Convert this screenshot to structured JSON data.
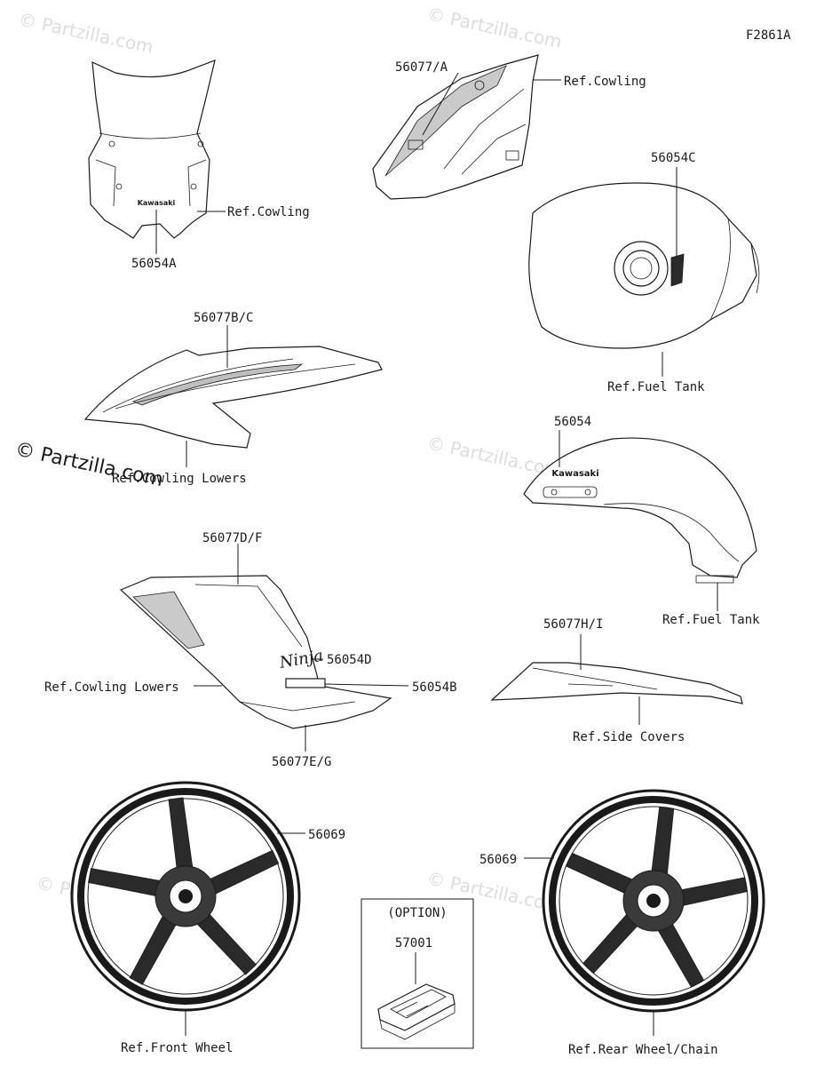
{
  "figure_id": "F2861A",
  "watermark": "© Partzilla.com",
  "labels": {
    "windshield_part": "56054A",
    "windshield_ref": "Ref.Cowling",
    "upper_cowl_part": "56077/A",
    "upper_cowl_ref": "Ref.Cowling",
    "tank_top_part": "56054C",
    "tank_top_ref": "Ref.Fuel Tank",
    "lower_side_part": "56077B/C",
    "lower_side_ref": "Ref.Cowling Lowers",
    "tank_side_part": "56054",
    "tank_side_ref": "Ref.Fuel Tank",
    "middle_cowl_part": "56077D/F",
    "ninja_emblem_part": "56054D",
    "middle_cowl_ref": "Ref.Cowling Lowers",
    "badge_part": "56054B",
    "middle_cowl_lower_part": "56077E/G",
    "side_cover_part": "56077H/I",
    "side_cover_ref": "Ref.Side Covers",
    "front_wheel_part": "56069",
    "front_wheel_ref": "Ref.Front Wheel",
    "rear_wheel_part": "56069",
    "rear_wheel_ref": "Ref.Rear Wheel/Chain",
    "option_title": "(OPTION)",
    "option_part": "57001"
  },
  "decals": {
    "kawasaki_text": "Kawasaki",
    "ninja_text": "Ninja"
  }
}
